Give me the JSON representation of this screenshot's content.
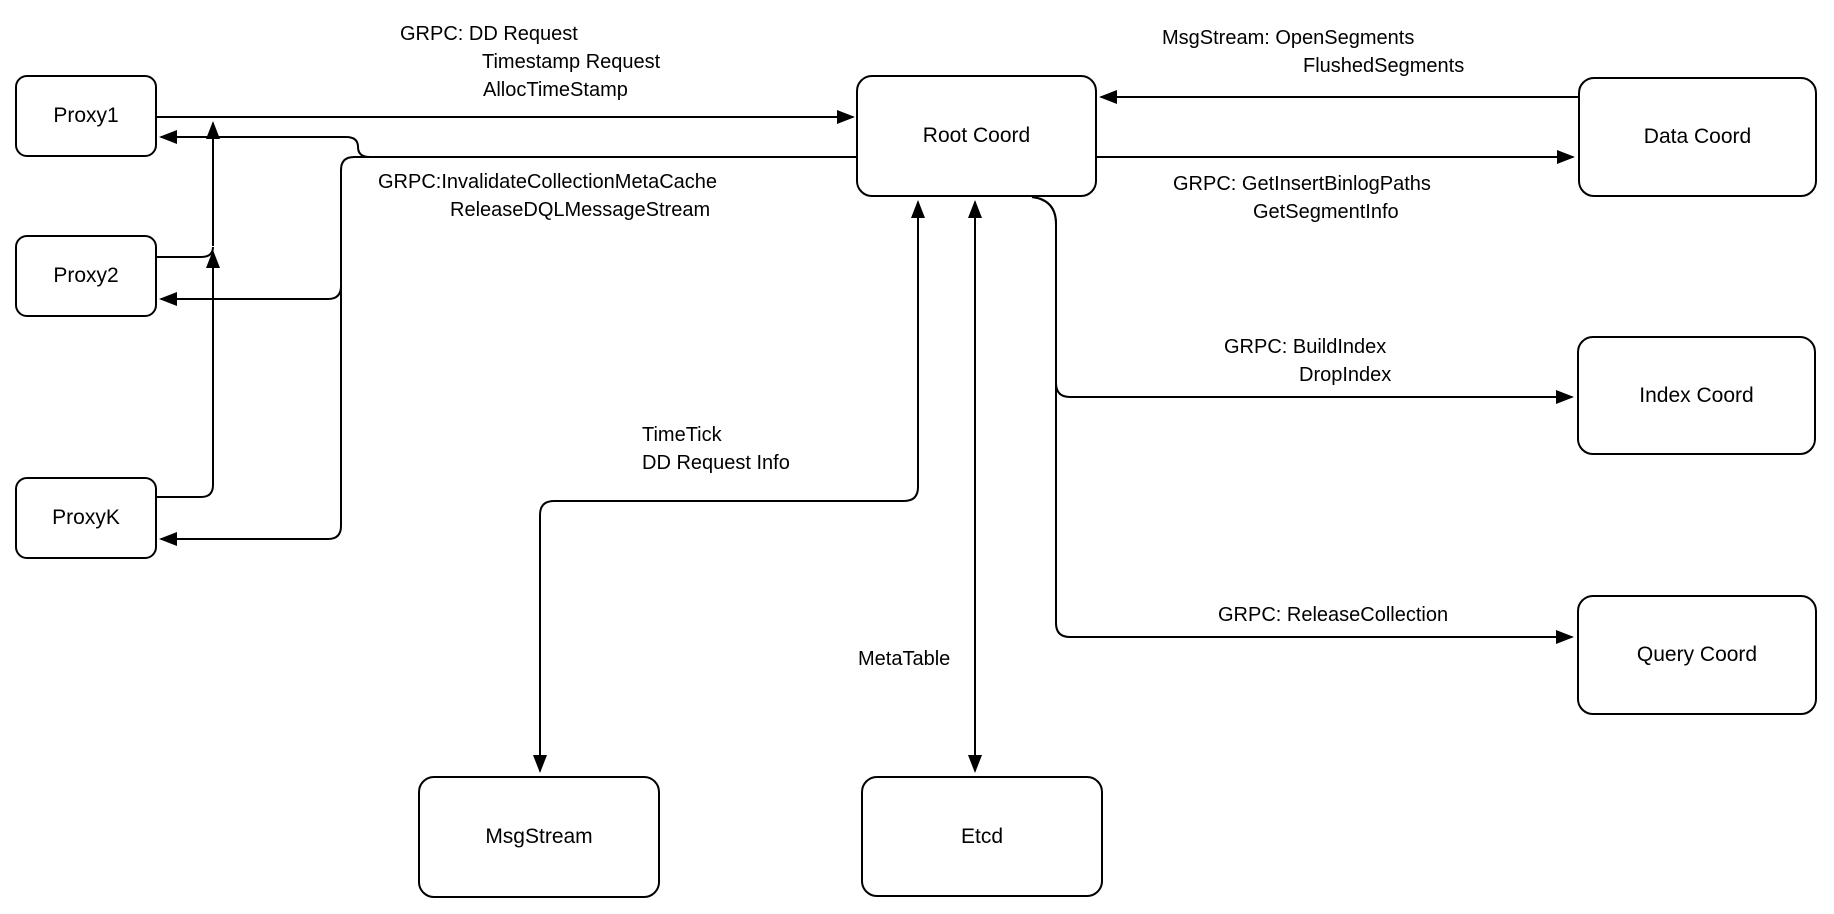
{
  "diagram": {
    "colors": {
      "background": "#ffffff",
      "stroke": "#000000",
      "node_fill": "#ffffff"
    },
    "nodes": {
      "proxy1": {
        "label": "Proxy1"
      },
      "proxy2": {
        "label": "Proxy2"
      },
      "proxyk": {
        "label": "ProxyK"
      },
      "root_coord": {
        "label": "Root Coord"
      },
      "data_coord": {
        "label": "Data Coord"
      },
      "index_coord": {
        "label": "Index Coord"
      },
      "query_coord": {
        "label": "Query Coord"
      },
      "msgstream": {
        "label": "MsgStream"
      },
      "etcd": {
        "label": "Etcd"
      }
    },
    "edge_labels": {
      "proxy_to_root": {
        "lines": [
          "GRPC: DD Request",
          "Timestamp Request",
          "AllocTimeStamp"
        ]
      },
      "root_to_proxy": {
        "lines": [
          "GRPC:InvalidateCollectionMetaCache",
          "ReleaseDQLMessageStream"
        ]
      },
      "data_to_root": {
        "lines": [
          "MsgStream: OpenSegments",
          "FlushedSegments"
        ]
      },
      "root_to_data": {
        "lines": [
          "GRPC: GetInsertBinlogPaths",
          "GetSegmentInfo"
        ]
      },
      "root_to_index": {
        "lines": [
          "GRPC: BuildIndex",
          "DropIndex"
        ]
      },
      "root_to_query": {
        "lines": [
          "GRPC: ReleaseCollection"
        ]
      },
      "root_to_msgstream": {
        "lines": [
          "TimeTick",
          "DD Request Info"
        ]
      },
      "root_to_etcd": {
        "lines": [
          "MetaTable"
        ]
      }
    }
  }
}
